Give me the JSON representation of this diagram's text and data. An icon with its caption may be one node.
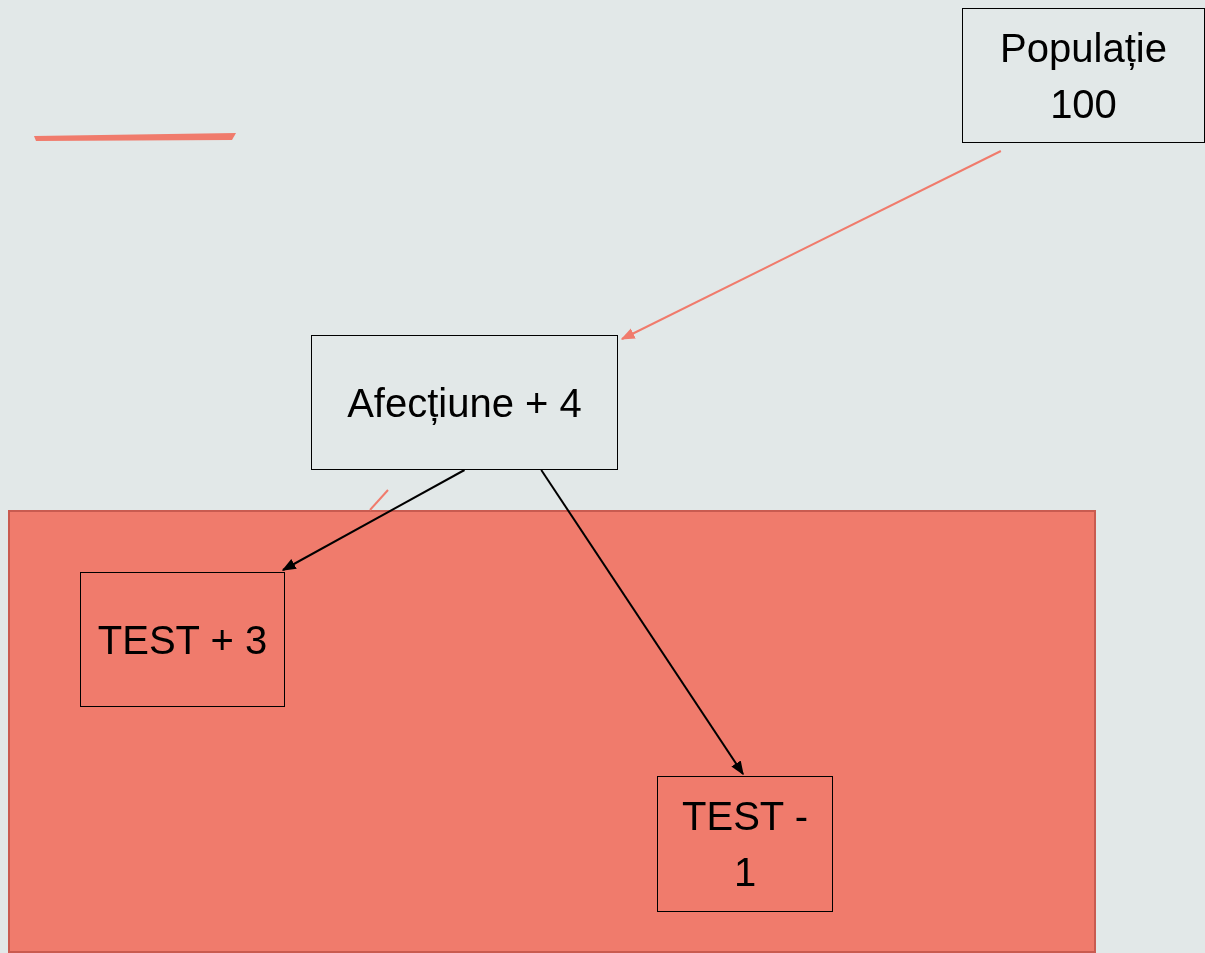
{
  "diagram": {
    "nodes": [
      {
        "text": [
          "Populație 100"
        ]
      },
      {
        "text": [
          "Afecțiune + 4"
        ]
      },
      {
        "text": [],
        "shape": "box"
      },
      {
        "text": [
          "TEST + 3"
        ],
        "in": 2
      },
      {
        "text": [
          "TEST - 1"
        ],
        "in": 2
      }
    ],
    "edges": [
      {
        "from": 0,
        "to": 1,
        "arrow": "to",
        "color": "#f07b6c"
      },
      {
        "from": 1,
        "to": 3,
        "arrow": "to"
      },
      {
        "from": 1,
        "to": 4,
        "arrow": "to"
      }
    ]
  }
}
